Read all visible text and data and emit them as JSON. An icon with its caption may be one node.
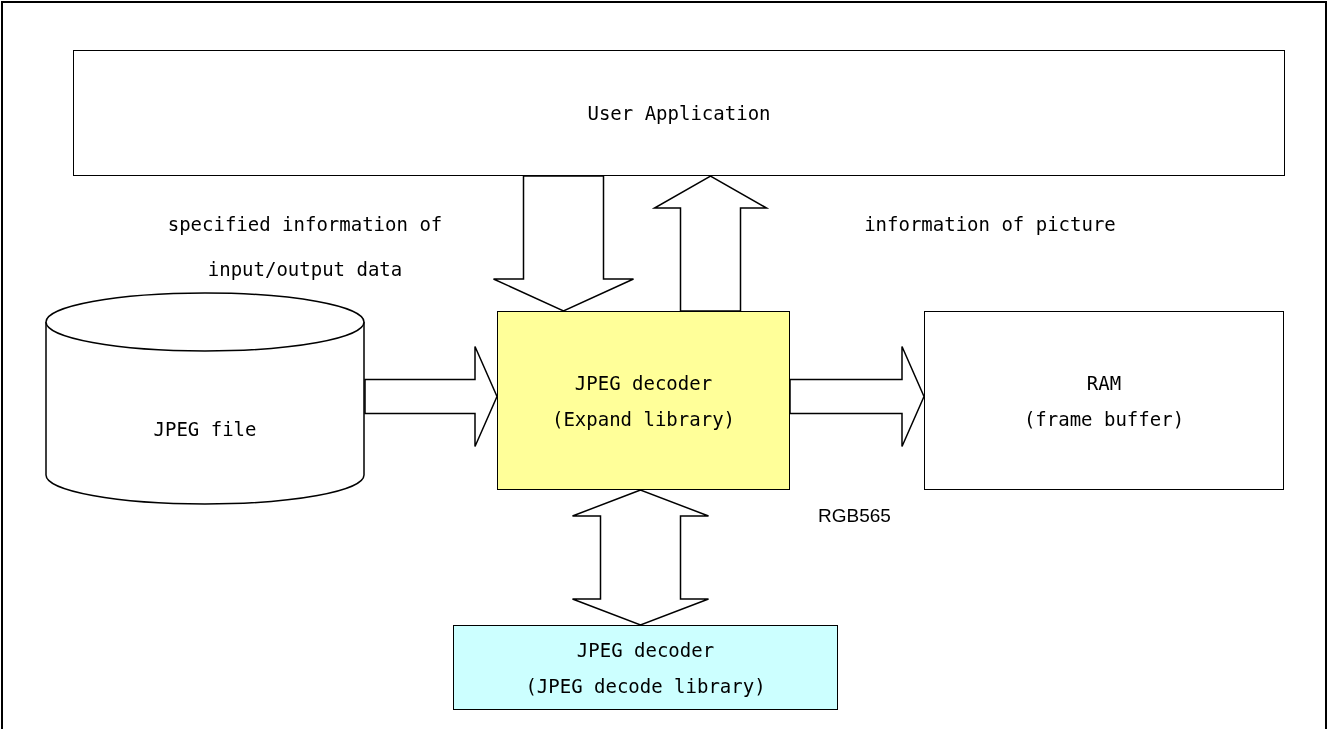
{
  "diagram": {
    "nodes": [
      {
        "text": [
          "User Application"
        ]
      },
      {
        "text": [
          "JPEG file"
        ]
      },
      {
        "text": [
          "JPEG decoder",
          "(Expand library)"
        ]
      },
      {
        "text": [
          "RAM",
          "(frame buffer)"
        ]
      },
      {
        "text": [
          "JPEG decoder",
          "(JPEG decode library)"
        ]
      }
    ],
    "edges": [
      {
        "from": 0,
        "to": 2,
        "arrow": "to"
      },
      {
        "from": 2,
        "to": 0,
        "arrow": "to"
      },
      {
        "from": 1,
        "to": 2,
        "arrow": "to"
      },
      {
        "from": 2,
        "to": 3,
        "arrow": "to"
      },
      {
        "from": 2,
        "to": 4,
        "arrow": "both"
      }
    ],
    "labels": [
      "specified information of input/output data",
      "information of picture",
      "RGB565"
    ]
  }
}
